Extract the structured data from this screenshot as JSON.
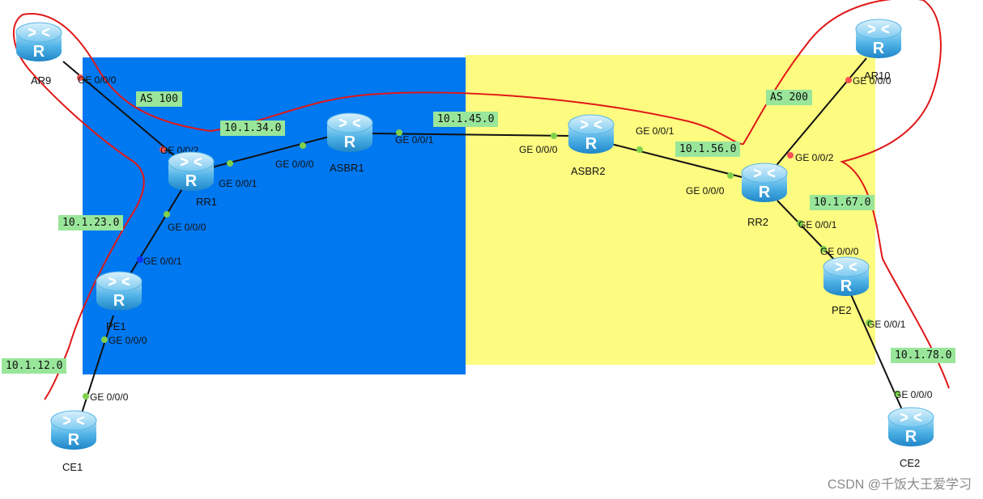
{
  "areas": {
    "as100_color": "#0078f0",
    "as200_color": "#fdfb80",
    "as100_label": "AS 100",
    "as200_label": "AS 200"
  },
  "networks": {
    "n12": "10.1.12.0",
    "n23": "10.1.23.0",
    "n34": "10.1.34.0",
    "n45": "10.1.45.0",
    "n56": "10.1.56.0",
    "n67": "10.1.67.0",
    "n78": "10.1.78.0"
  },
  "routers": {
    "ar9": "AR9",
    "rr1": "RR1",
    "asbr1": "ASBR1",
    "pe1": "PE1",
    "ce1": "CE1",
    "asbr2": "ASBR2",
    "rr2": "RR2",
    "ar10": "AR10",
    "pe2": "PE2",
    "ce2": "CE2",
    "icon_letter": "R"
  },
  "ports": {
    "ar9_ge000": "GE 0/0/0",
    "rr1_ge002": "GE 0/0/2",
    "rr1_ge001": "GE 0/0/1",
    "asbr1_ge000": "GE 0/0/0",
    "asbr1_ge001": "GE 0/0/1",
    "rr1_ge000": "GE 0/0/0",
    "pe1_ge001": "GE 0/0/1",
    "pe1_ge000": "GE 0/0/0",
    "ce1_ge000": "GE 0/0/0",
    "asbr2_ge000": "GE 0/0/0",
    "asbr2_ge001": "GE 0/0/1",
    "rr2_ge000": "GE 0/0/0",
    "rr2_ge002": "GE 0/0/2",
    "ar10_ge000": "GE 0/0/0",
    "rr2_ge001": "GE 0/0/1",
    "pe2_ge000": "GE 0/0/0",
    "pe2_ge001": "GE 0/0/1",
    "ce2_ge000": "GE 0/0/0"
  },
  "annotation_color": "#e01818",
  "watermark": "CSDN @千饭大王爱学习"
}
